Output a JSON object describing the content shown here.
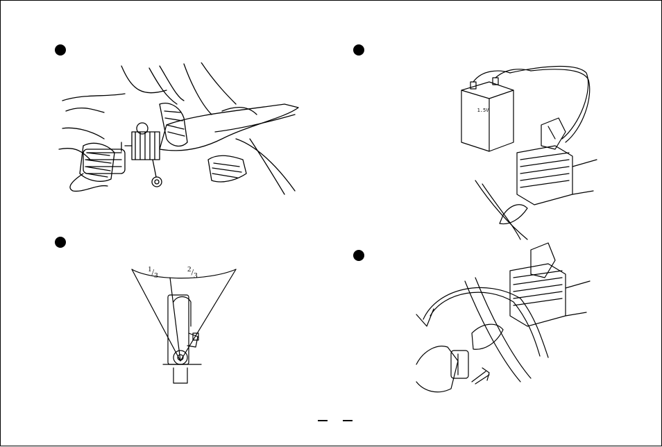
{
  "diagram_top_left": {
    "name": "starting-with-electric-starter"
  },
  "diagram_bottom_left": {
    "fraction_left": "1/3",
    "fraction_right": "2/3",
    "fraction_left_num": "1",
    "fraction_left_den": "3",
    "fraction_right_num": "2",
    "fraction_right_den": "3"
  },
  "diagram_top_right": {
    "battery_label_line1": "1.5V"
  },
  "colors": {
    "ink": "#000000",
    "paper": "#ffffff"
  },
  "icons": [
    "step-bullet-icon"
  ]
}
